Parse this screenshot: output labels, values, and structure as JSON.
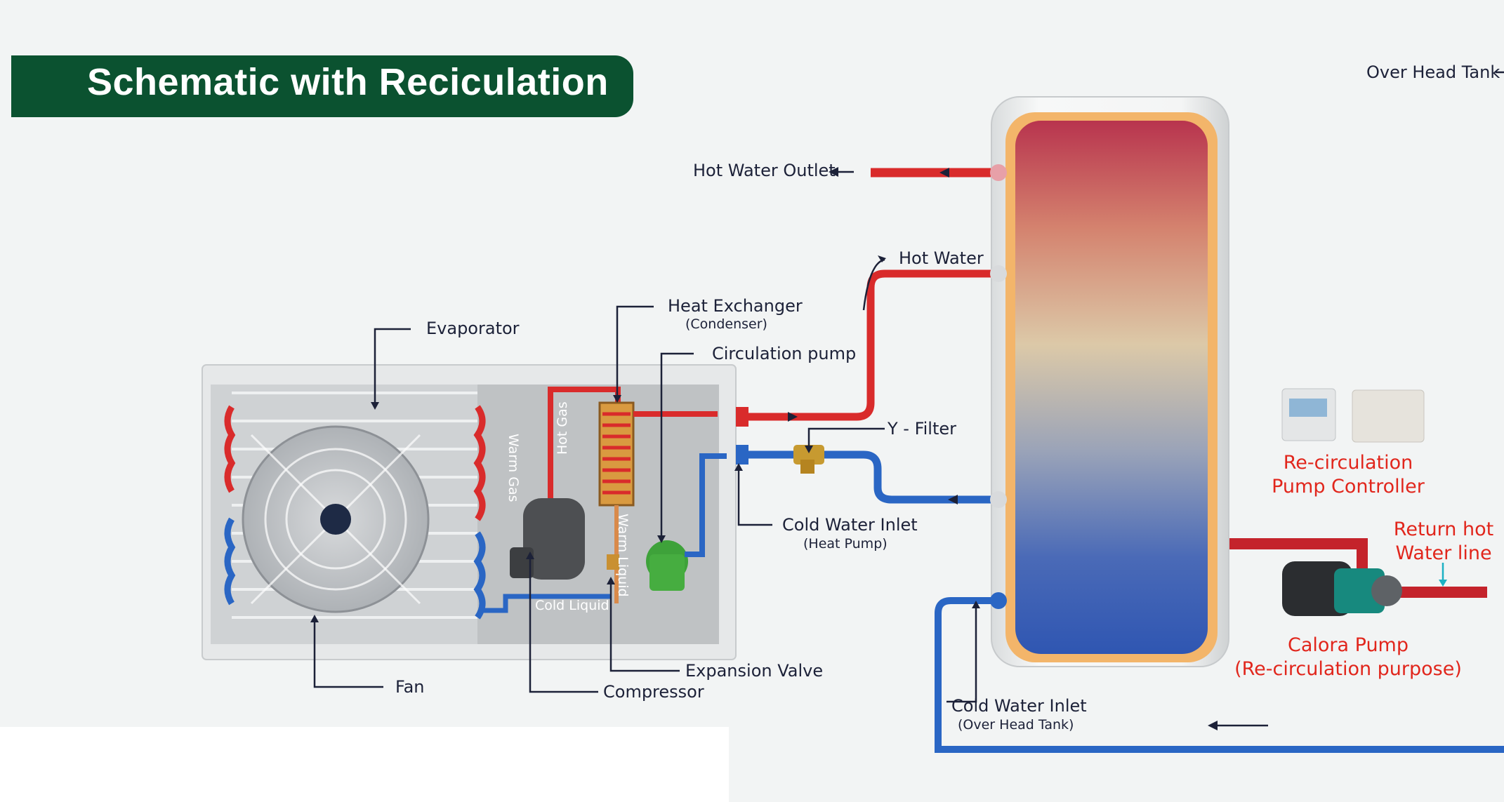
{
  "title": "Schematic with Reciculation",
  "labels": {
    "over_head_tank": "Over Head Tank",
    "hot_water_outlet": "Hot Water Outlet",
    "hot_water": "Hot Water",
    "heat_exchanger": "Heat Exchanger",
    "heat_exchanger_sub": "(Condenser)",
    "evaporator": "Evaporator",
    "circulation_pump": "Circulation pump",
    "y_filter": "Y - Filter",
    "cold_water_inlet_hp": "Cold Water Inlet",
    "cold_water_inlet_hp_sub": "(Heat Pump)",
    "warm_gas": "Warm Gas",
    "hot_gas": "Hot Gas",
    "warm_liquid": "Warm Liquid",
    "cold_liquid": "Cold Liquid",
    "expansion_valve": "Expansion Valve",
    "compressor": "Compressor",
    "fan": "Fan",
    "cold_water_inlet_oht": "Cold Water Inlet",
    "cold_water_inlet_oht_sub": "(Over Head Tank)",
    "recirc_controller_line1": "Re-circulation",
    "recirc_controller_line2": "Pump Controller",
    "return_line1": "Return hot",
    "return_line2": "Water line",
    "calora_line1": "Calora Pump",
    "calora_line2": "(Re-circulation purpose)"
  },
  "colors": {
    "banner": "#0b5230",
    "hot_pipe": "#d92b2b",
    "cold_pipe": "#2a66c4",
    "label_text": "#1c2138",
    "accent_red_text": "#e1261c"
  }
}
